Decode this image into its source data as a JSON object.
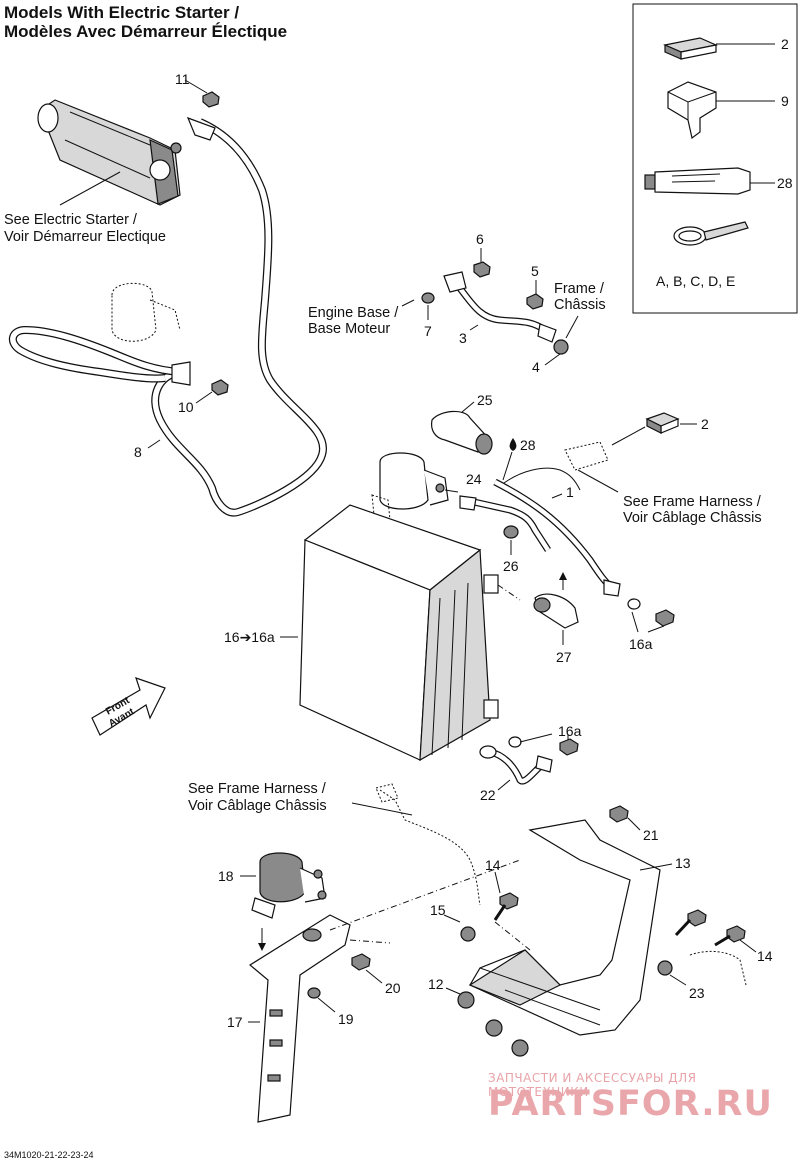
{
  "title": {
    "line1": "Models With Electric Starter /",
    "line2": "Modèles Avec Démarreur Électique"
  },
  "notes": {
    "electric_starter_1": "See Electric Starter /",
    "electric_starter_2": "Voir Démarreur Electique",
    "engine_base_1": "Engine Base /",
    "engine_base_2": "Base Moteur",
    "frame_1": "Frame /",
    "frame_2": "Châssis",
    "frame_harness_right_1": "See Frame Harness /",
    "frame_harness_right_2": "Voir Câblage Châssis",
    "frame_harness_left_1": "See Frame Harness /",
    "frame_harness_left_2": "Voir Câblage Châssis",
    "front_1": "Front",
    "front_2": "Avant"
  },
  "callouts": {
    "c11": "11",
    "c6": "6",
    "c5": "5",
    "c7": "7",
    "c3": "3",
    "c4": "4",
    "c10": "10",
    "c8": "8",
    "c25": "25",
    "c28": "28",
    "c2b": "2",
    "c24": "24",
    "c1": "1",
    "c26": "26",
    "c27": "27",
    "c16": "16➔16a",
    "c16a1": "16a",
    "c16a2": "16a",
    "c22": "22",
    "c21": "21",
    "c13": "13",
    "c14a": "14",
    "c15": "15",
    "c18": "18",
    "c14b": "14",
    "c20": "20",
    "c12": "12",
    "c23": "23",
    "c17": "17",
    "c19": "19"
  },
  "legend": {
    "item1": "2",
    "item2": "9",
    "item3": "28",
    "item4": "A, B, C, D, E"
  },
  "footer": {
    "docid": "34M1020-21-22-23-24",
    "watermark_small": "ЗАПЧАСТИ И АКСЕССУАРЫ ДЛЯ МОТОТЕХНИКИ",
    "watermark_big": "PARTSFOR.RU"
  }
}
